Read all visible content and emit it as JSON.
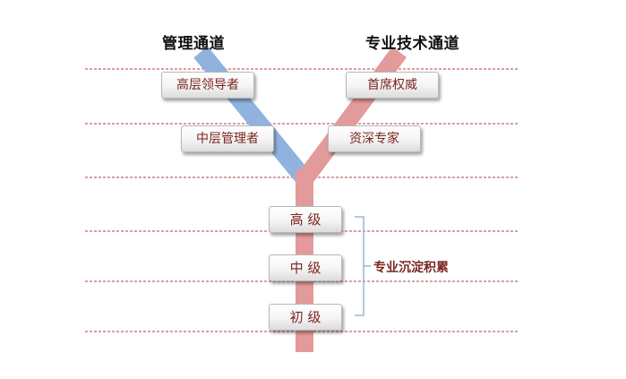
{
  "headings": {
    "management_track": "管理通道",
    "technical_track": "专业技术通道"
  },
  "management_roles": [
    "高层领导者",
    "中层管理者"
  ],
  "technical_roles": [
    "首席权威",
    "资深专家"
  ],
  "levels": [
    "高 级",
    "中 级",
    "初 级"
  ],
  "bracket_note": "专业沉淀积累",
  "colors": {
    "management_track": "#8fb3de",
    "technical_track": "#e39a9a",
    "guide_lines": "#b04040",
    "box_text": "#7a2520",
    "bracket": "#9cb5d6"
  }
}
